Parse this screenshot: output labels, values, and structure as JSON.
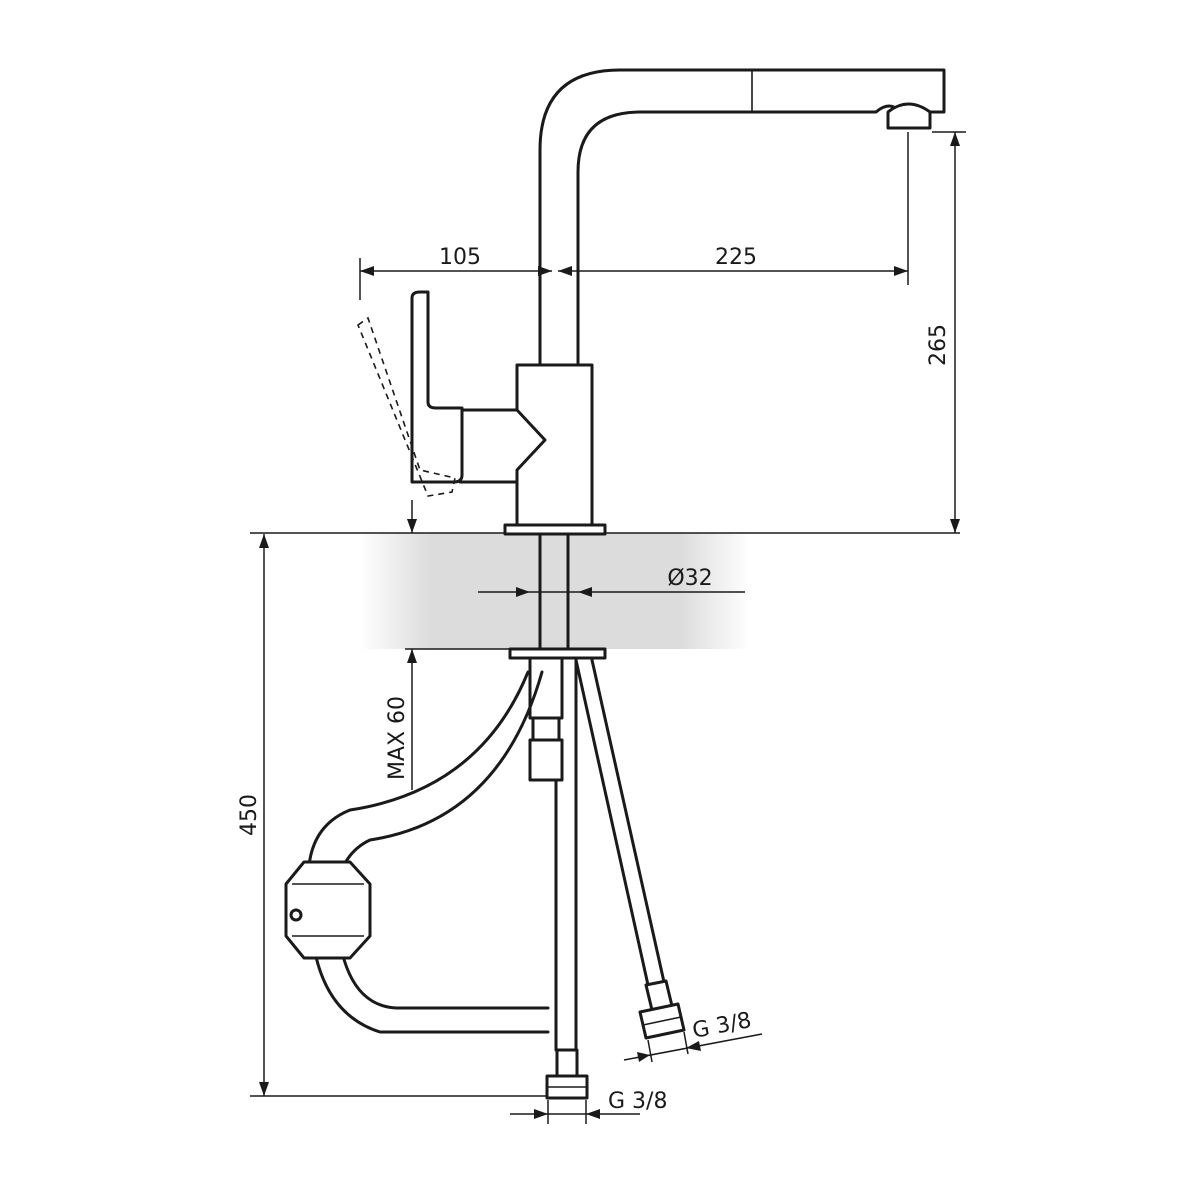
{
  "dimensions": {
    "handle_reach": "105",
    "spout_reach": "225",
    "spout_height": "265",
    "hole_diameter": "Ø32",
    "max_counter_thickness": "MAX 60",
    "hose_length": "450",
    "inlet_thread_left": "G 3/8",
    "inlet_thread_right": "G 3/8"
  },
  "colors": {
    "line": "#1a1a1a",
    "countertop_shade": "#d9d9d9",
    "background": "#ffffff"
  }
}
